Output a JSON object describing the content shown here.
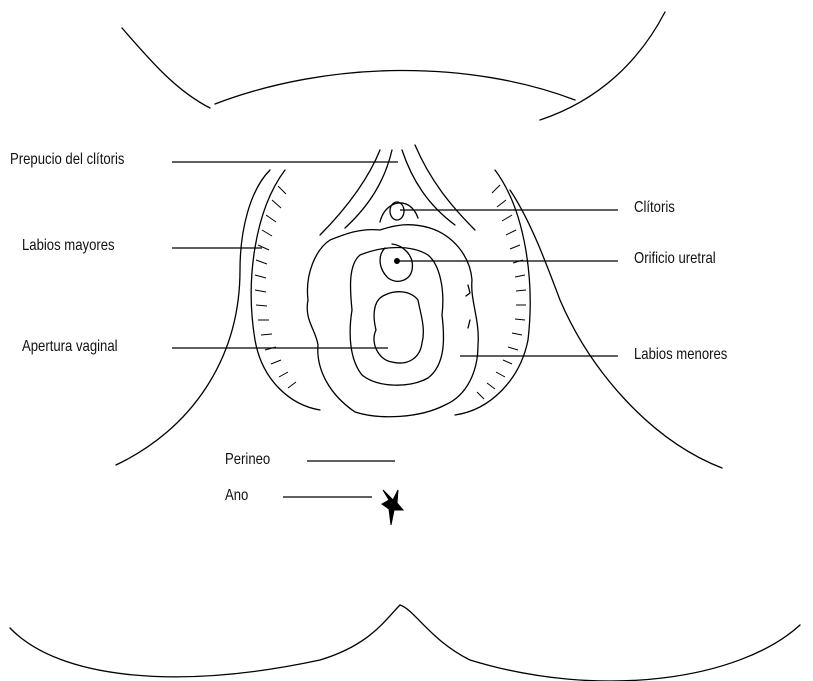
{
  "labels": {
    "prepuce": "Prepucio del clítoris",
    "labia_majora": "Labios mayores",
    "vaginal_opening": "Apertura vaginal",
    "clitoris": "Clítoris",
    "urethral_opening": "Orificio uretral",
    "labia_minora": "Labios menores",
    "perineum": "Perineo",
    "anus": "Ano"
  },
  "colors": {
    "ink": "#000000",
    "background": "#ffffff"
  }
}
